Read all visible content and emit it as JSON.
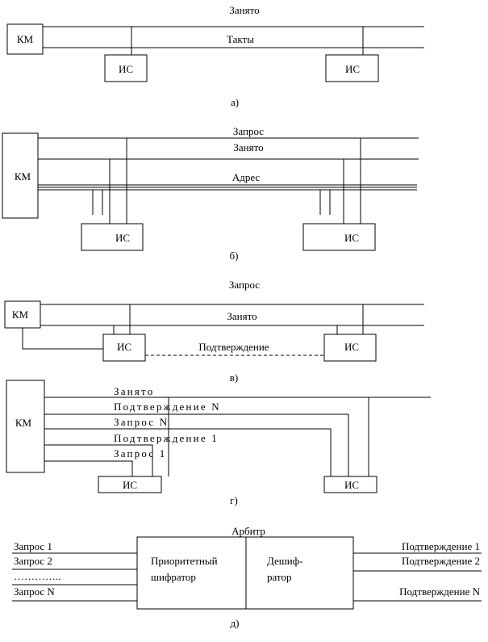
{
  "a": {
    "busy": "Занято",
    "clock": "Такты",
    "km": "КМ",
    "is1": "ИС",
    "is2": "ИС",
    "caption": "а)"
  },
  "b": {
    "request": "Запрос",
    "busy": "Занято",
    "address": "Адрес",
    "km": "КМ",
    "is1": "ИС",
    "is2": "ИС",
    "caption": "б)"
  },
  "v": {
    "request": "Запрос",
    "busy": "Занято",
    "confirm": "Подтверждение",
    "km": "КМ",
    "is1": "ИС",
    "is2": "ИС",
    "caption": "в)"
  },
  "g": {
    "busy": "Занято",
    "confirm_n": "Подтверждение N",
    "request_n": "Запрос N",
    "confirm_1": "Подтверждение 1",
    "request_1": "Запрос 1",
    "km": "КМ",
    "is1": "ИС",
    "is2": "ИС",
    "caption": "г)"
  },
  "d": {
    "arbiter": "Арбитр",
    "req1": "Запрос 1",
    "req2": "Запрос 2",
    "dots": "…………..",
    "reqN": "Запрос N",
    "encoder_l1": "Приоритетный",
    "encoder_l2": "шифратор",
    "decoder_l1": "Дешиф-",
    "decoder_l2": "ратор",
    "conf1": "Подтверждение 1",
    "conf2": "Подтверждение 2",
    "confN": "Подтверждение N",
    "caption": "д)"
  }
}
